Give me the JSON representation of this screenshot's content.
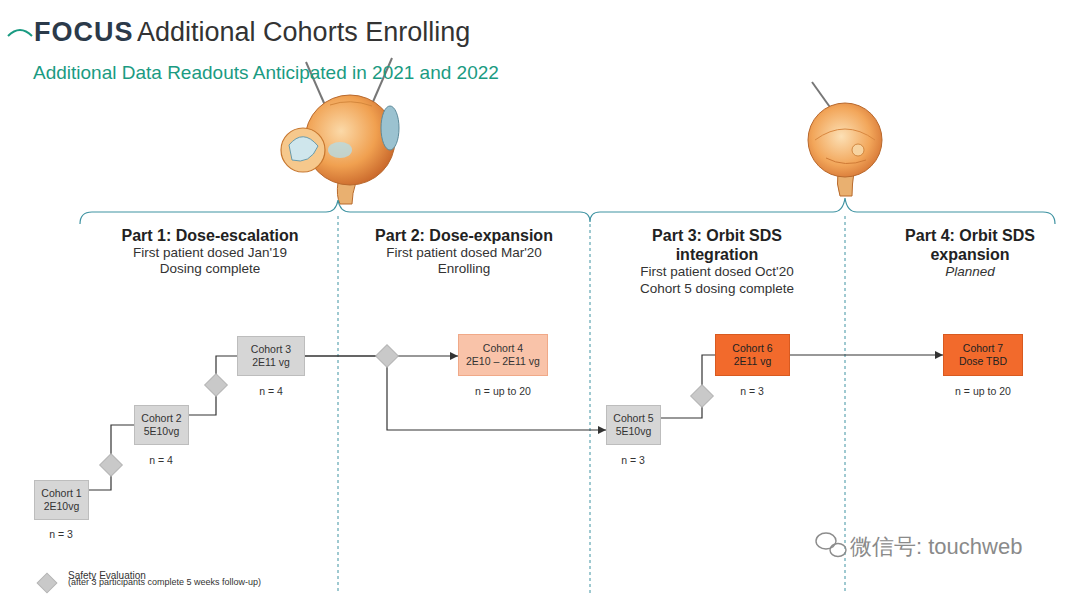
{
  "diagram": {
    "title": "Additional Cohorts Enrolling",
    "nodes": [
      {
        "text": [
          "Cohort 1",
          "2E10vg"
        ]
      },
      {
        "text": [
          "Cohort 2",
          "5E10vg"
        ]
      },
      {
        "text": [
          "Cohort 3",
          "2E11 vg"
        ]
      },
      {
        "text": [
          "Cohort 4",
          "2E10 – 2E11 vg"
        ]
      },
      {
        "text": [
          "Cohort 5",
          "5E10vg"
        ]
      },
      {
        "text": [
          "Cohort 6",
          "2E11 vg"
        ]
      },
      {
        "text": [
          "Cohort 7",
          "Dose TBD"
        ]
      }
    ],
    "edges": [
      {
        "from": 0,
        "to": 1,
        "arrow": "none"
      },
      {
        "from": 1,
        "to": 2,
        "arrow": "none"
      },
      {
        "from": 2,
        "to": 3,
        "arrow": "to"
      },
      {
        "from": 2,
        "to": 4,
        "arrow": "to"
      },
      {
        "from": 4,
        "to": 5,
        "arrow": "none"
      },
      {
        "from": 5,
        "to": 6,
        "arrow": "to"
      }
    ],
    "labels": [
      "FOCUS",
      "Additional Data Readouts Anticipated in 2021 and 2022",
      "Part 1: Dose-escalation",
      "First patient dosed Jan'19",
      "Dosing complete",
      "Part 2: Dose-expansion",
      "First patient dosed Mar'20",
      "Enrolling",
      "Part 3: Orbit SDS integration",
      "First patient dosed Oct'20",
      "Cohort 5 dosing complete",
      "Part 4: Orbit SDS expansion",
      "Planned",
      "n = 3",
      "n = 4",
      "n = 4",
      "n = up to 20",
      "n = 3",
      "n = 3",
      "n = up to 20",
      "(after 3 participants complete 5 weeks follow-up)",
      "微信号: touchweb"
    ],
    "legend": [
      {
        "text": "Safety Evaluation"
      }
    ]
  }
}
